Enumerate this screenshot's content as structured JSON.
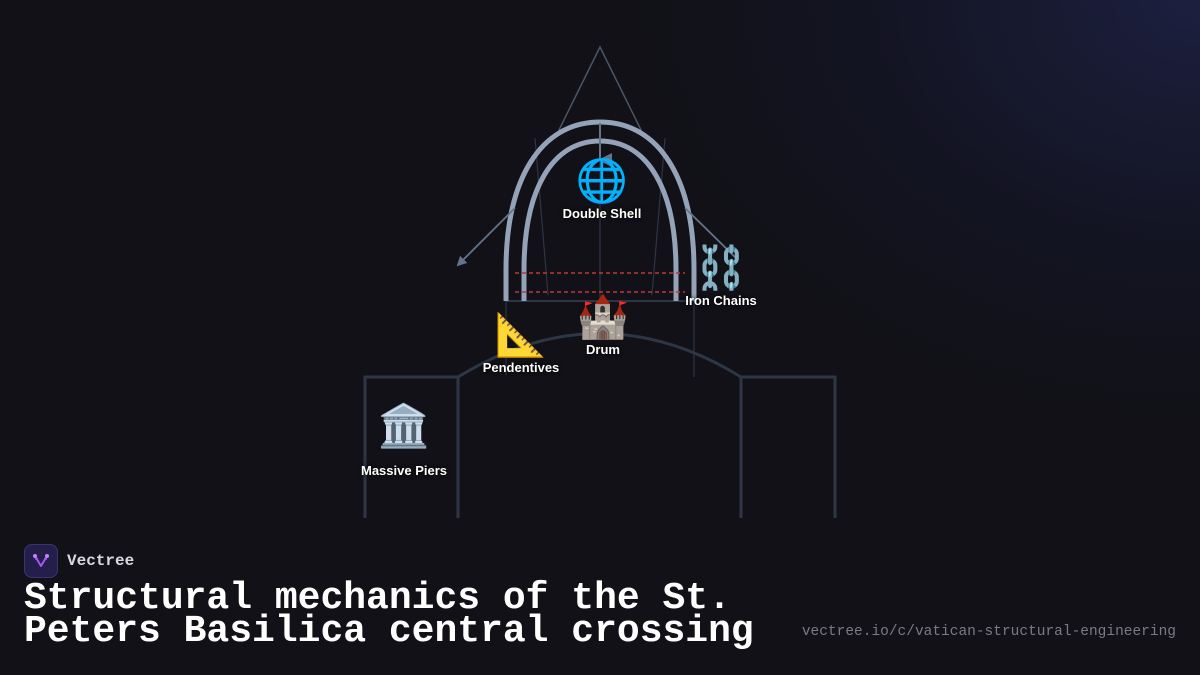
{
  "diagram": {
    "title": "Structural mechanics of the St. Peters Basilica central crossing",
    "nodes": [
      {
        "id": "double-shell",
        "label": "Double Shell",
        "icon": "globe-icon",
        "glyph": "🌐"
      },
      {
        "id": "iron-chains",
        "label": "Iron Chains",
        "icon": "chains-icon",
        "glyph": "⛓️"
      },
      {
        "id": "drum",
        "label": "Drum",
        "icon": "castle-icon",
        "glyph": "🏰"
      },
      {
        "id": "pendentives",
        "label": "Pendentives",
        "icon": "triangular-ruler-icon",
        "glyph": "📐"
      },
      {
        "id": "massive-piers",
        "label": "Massive Piers",
        "icon": "classical-building-icon",
        "glyph": "🏛️"
      }
    ],
    "colors": {
      "background": "#111117",
      "shell_stroke": "#94a3b8",
      "thrust_lines": "#64748b",
      "structure_lines": "#2d3644",
      "chain_dashes": "#b83a3a",
      "globe": "#0ea5e9"
    }
  },
  "brand": {
    "name": "Vectree",
    "logo_color": "#a855f7"
  },
  "footer": {
    "title_line1": "Structural mechanics of the St.",
    "title_line2": "Peters Basilica central crossing",
    "url": "vectree.io/c/vatican-structural-engineering"
  }
}
